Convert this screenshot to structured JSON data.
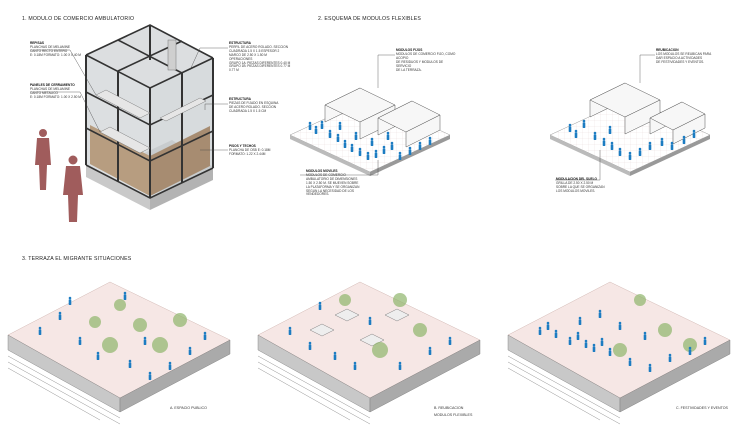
{
  "sections": {
    "s1": "1. MODULO DE COMERCIO AMBULATORIO",
    "s2": "2. ESQUEMA DE MODULOS FLEXIBLES",
    "s3": "3. TERRAZA EL MIGRANTE SITUACIONES"
  },
  "notes": {
    "repisas": {
      "title": "REPISAS",
      "lines": [
        "PLANCHAS DE MELAMINE",
        "CANTO RECTO ENTERO",
        "E: 0.18M FORMATO: 1.00 X 0.40 M"
      ]
    },
    "paneles": {
      "title": "PANELES DE CERRAMIENTO",
      "lines": [
        "PLANCHAS DE MELAMINE",
        "CANTO METALICO",
        "E: 0.18M FORMATO: 1.00 X 2.50 M"
      ]
    },
    "estructura1": {
      "title": "ESTRUCTURA",
      "lines": [
        "PERFIL DE ACERO ROLADO. SECCION",
        "CUADRADA 1.5 X 1.5 ESPESOR 2",
        "MARCO DE 2.50 X 1.50 M",
        "OPERACIONES",
        "GRUPO 1A: PIEZAS DIFERENTES 0.40 M",
        "GRUPO 1B: PIEZAS DIFERENTES 0.77 M",
        "0.77 M"
      ]
    },
    "estructura2": {
      "title": "ESTRUCTURA",
      "lines": [
        "PIEZAS DE FIJADO EN ESQUINA",
        "DE ACERO ROLADO. SECCION",
        "CUADRADA 1.5 X 1.5 CM"
      ]
    },
    "pisos": {
      "title": "PISOS Y TECHOS",
      "lines": [
        "PLANCHA DE OSB E: 0.18M",
        "FORMATO: 1.22 X 2.44M"
      ]
    },
    "modulos_fijos": {
      "title": "MODULOS FIJOS",
      "lines": [
        "MODULOS DE COMERCIO FIJO, COMO ACOPIO",
        "DE RESIDUOS Y MODULOS DE SERVICIO",
        "DE LA TERRAZA."
      ]
    },
    "modulos_moviles": {
      "title": "MODULOS MOVILES",
      "lines": [
        "MODULOS DE COMERCIO",
        "AMBULATORIO DE DIMENSIONES",
        "1.50 X 2.50 M. SE MUEVEN SOBRE",
        "LA PLATAFORMA Y SE ORGANIZAN",
        "SEGUN LA NECESIDAD DE LOS",
        "VENDEDORES."
      ]
    },
    "reubicacion": {
      "title": "REUBICACION",
      "lines": [
        "LOS MODULOS SE REUBICAN PARA",
        "DAR ESPACIO A ACTIVIDADES",
        "DE FESTIVIDADES Y EVENTOS."
      ]
    },
    "modulacion": {
      "title": "MODULACION DEL SUELO",
      "lines": [
        "GRILLA DE 2.50 X 2.50 M",
        "SOBRE LA QUE SE ORGANIZAN",
        "LOS MODULOS MOVILES."
      ]
    }
  },
  "captions": {
    "a": "A. ESPACIO PUBLICO",
    "b1": "B. REUBICACION",
    "b2": "MODULOS FLEXIBLES",
    "c": "C. FESTIVIDADES Y EVENTOS"
  }
}
